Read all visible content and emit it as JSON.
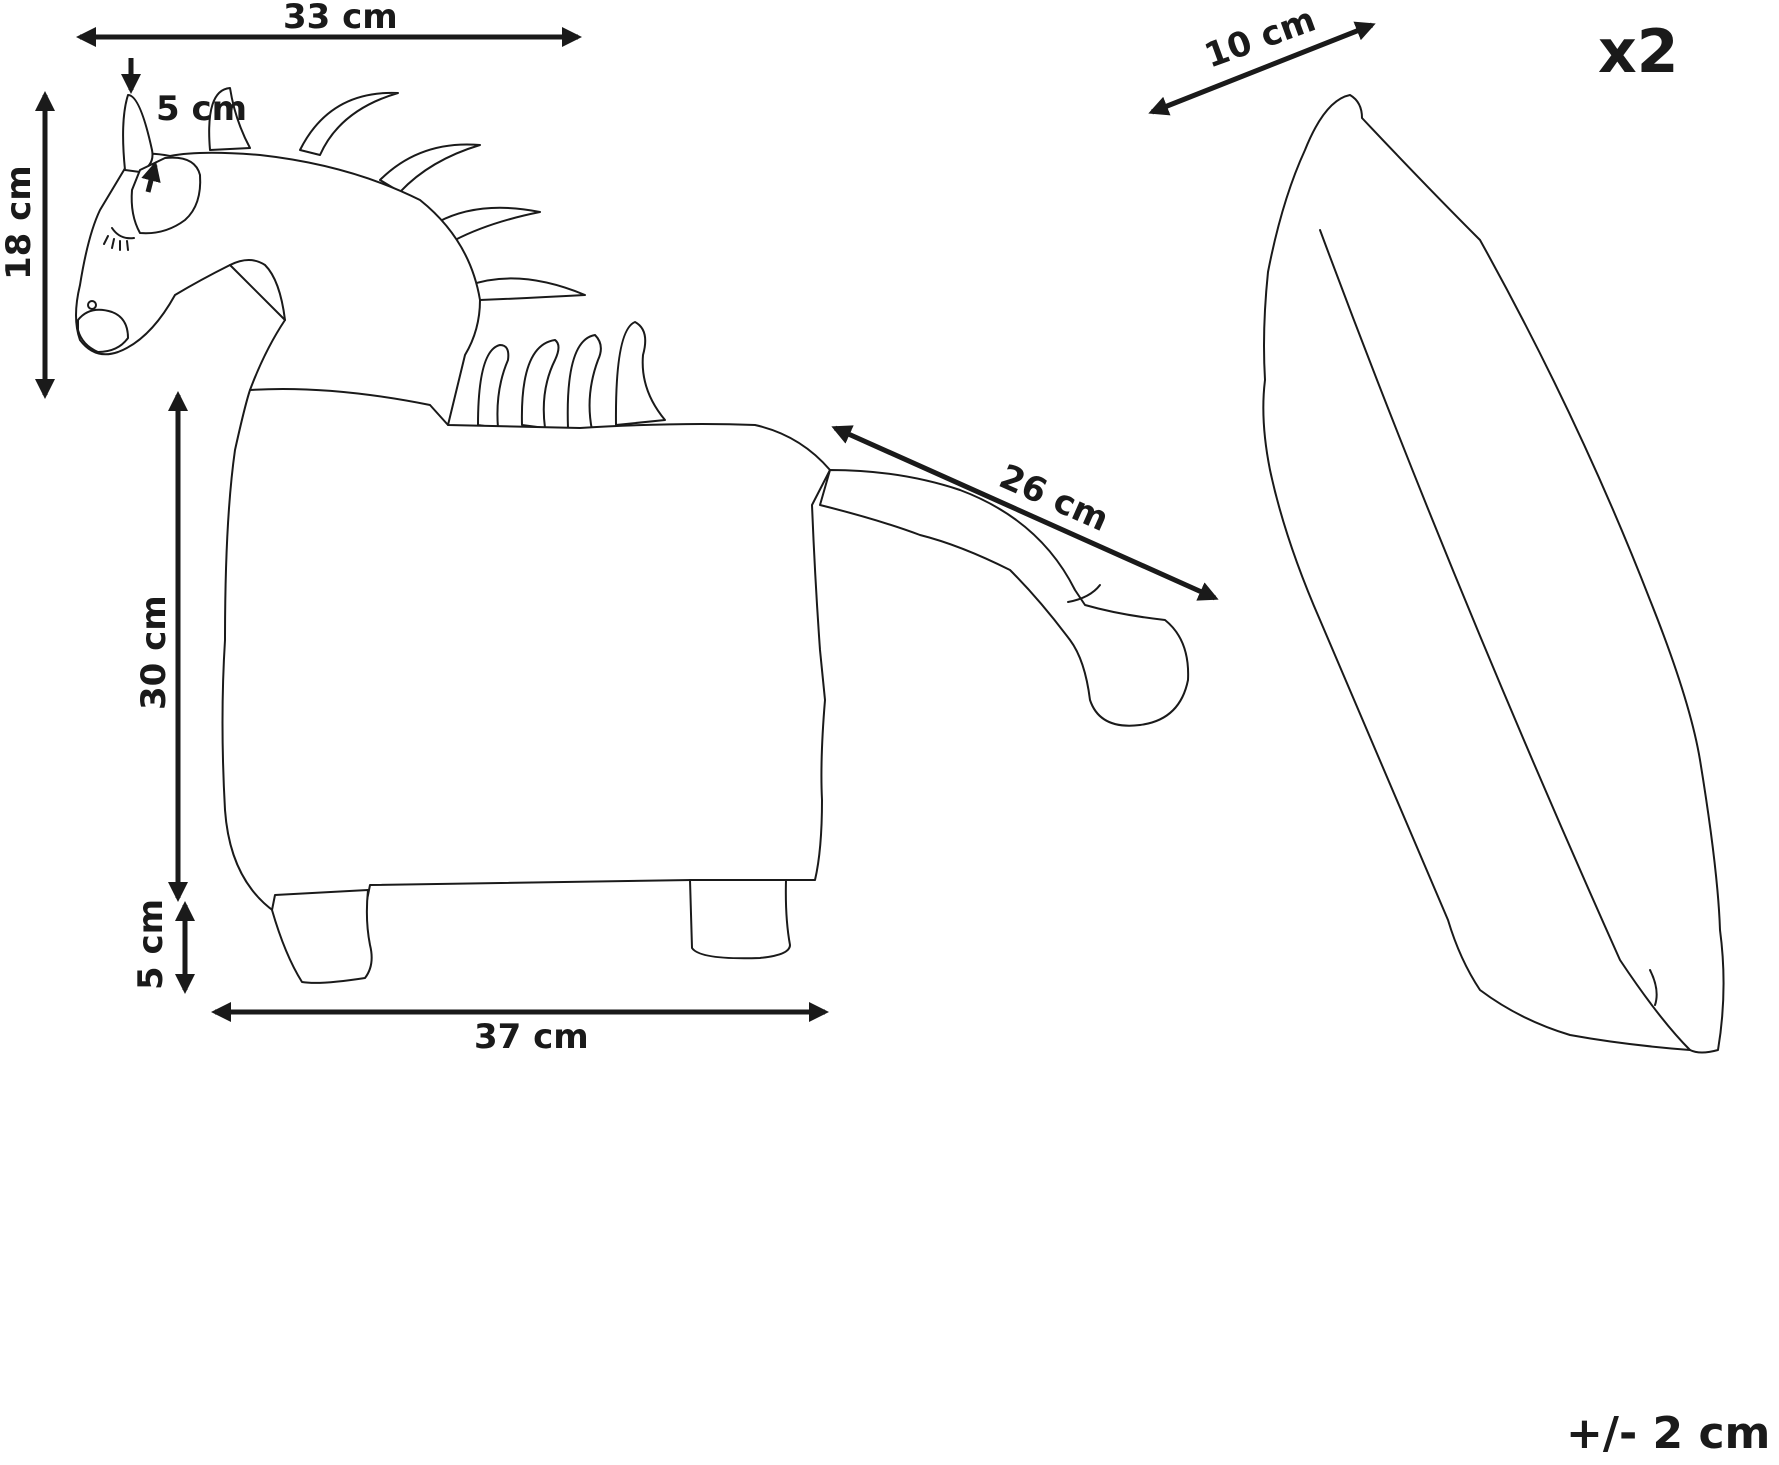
{
  "drawing": {
    "labels": {
      "width_top": "33 cm",
      "ear": "5 cm",
      "head_height": "18 cm",
      "body_height": "30 cm",
      "leg_height": "5 cm",
      "body_length": "37 cm",
      "neck_length": "26 cm",
      "cushion_depth": "10 cm",
      "quantity": "x2",
      "tolerance": "+/- 2 cm"
    }
  }
}
